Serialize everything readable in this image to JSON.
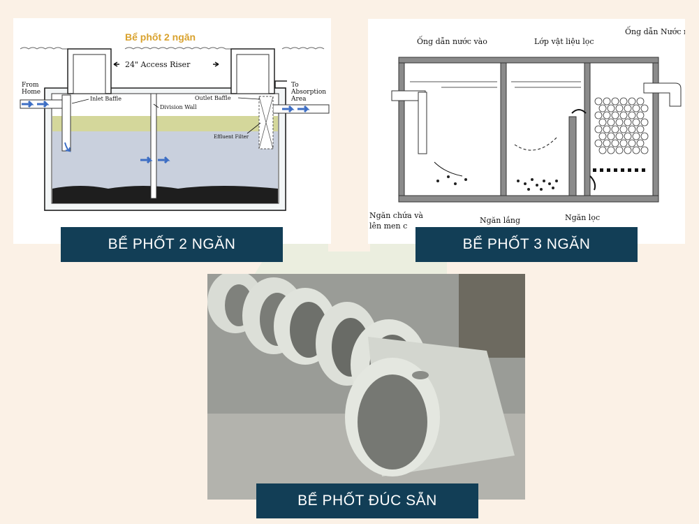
{
  "diagram2": {
    "title": "Bể phốt 2 ngăn",
    "access_riser": "24\" Access Riser",
    "from_home_1": "From",
    "from_home_2": "Home",
    "inlet_baffle": "Inlet Baffle",
    "division_wall": "Division Wall",
    "outlet_baffle": "Outlet Baffle",
    "effluent_filter": "Effluent Filter",
    "to_absorption_1": "To",
    "to_absorption_2": "Absorption",
    "to_absorption_3": "Area"
  },
  "diagram3": {
    "inlet_pipe": "Ống dẫn nước vào",
    "filter_layer": "Lớp vật liệu lọc",
    "outlet_pipe": "Ống dẫn Nước ra",
    "chamber1_line1": "Ngăn chứa và",
    "chamber1_line2": "lên men c",
    "chamber2": "Ngăn lắng",
    "chamber3": "Ngăn lọc"
  },
  "captions": {
    "two_chamber": "BỂ PHỐT 2 NGĂN",
    "three_chamber": "BỂ PHỐT 3 NGĂN",
    "precast": "BỂ PHỐT ĐÚC SẴN"
  },
  "colors": {
    "background": "#fbf1e6",
    "caption_bg": "#123e56",
    "caption_text": "#ffffff",
    "diagram_title": "#d9a22e",
    "arrow_blue": "#3d6ec4"
  }
}
